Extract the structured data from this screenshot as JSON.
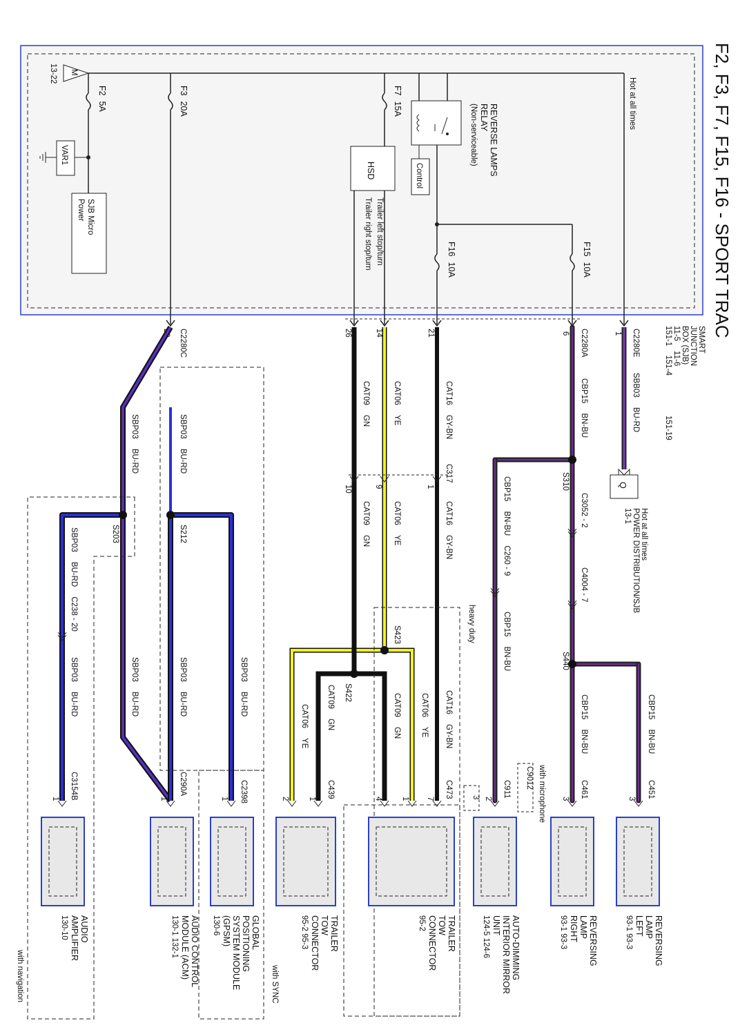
{
  "title": "F2, F3, F7, F15, F16 - SPORT TRAC",
  "sjb": {
    "hot_at_all_times": "Hot at all times",
    "ground_symbol": "M",
    "ground_ref": "13-22",
    "f2": "F2",
    "f2_rating": "5A",
    "f3": "F3",
    "f3_rating": "20A",
    "f7": "F7",
    "f7_rating": "15A",
    "f15": "F15",
    "f15_rating": "10A",
    "f16": "F16",
    "f16_rating": "10A",
    "var1": "VAR1",
    "sjb_micro_power": [
      "SJB Micro",
      "Power"
    ],
    "relay_title": [
      "REVERSE LAMPS",
      "RELAY",
      "(Non-serviceable)"
    ],
    "control": "Control",
    "hsd": "HSD",
    "trailer_left": "Trailer left stop/turn",
    "trailer_right": "Trailer right stop/turn",
    "box_title": [
      "SMART",
      "JUNCTION",
      "BOX (SJB)"
    ],
    "box_refs": [
      "11-5",
      "11-6",
      "151-1",
      "151-4",
      "151-19"
    ]
  },
  "connectors": {
    "c2280e": "C2280E",
    "pin_c2280e": "1",
    "c2280a": "C2280A",
    "pin_c2280a": "6",
    "c2280c": "C2280C",
    "pin_c2280c": "29",
    "pin_21": "21",
    "pin_14": "14",
    "pin_26": "26",
    "c317": "C317",
    "pin_317_1": "1",
    "pin_317_9": "9",
    "pin_317_10": "10",
    "c3052": "C3052 - 2",
    "c4004": "C4004 - 7",
    "c260": "C260 - 9",
    "c238": "C238 - 20"
  },
  "wires": {
    "sbb03": "SBB03",
    "bu_rd": "BU-RD",
    "cbp15": "CBP15",
    "bn_bu": "BN-BU",
    "cat16": "CAT16",
    "gy_bn": "GY-BN",
    "cat06": "CAT06",
    "ye": "YE",
    "cat09": "CAT09",
    "gn": "GN",
    "sbp03": "SBP03",
    "bu_rd2": "BU-RD"
  },
  "splices": {
    "s310": "S310",
    "s440": "S440",
    "s423": "S423",
    "s422": "S422",
    "s212": "S212",
    "s203": "S203",
    "heavy_duty": "heavy duty"
  },
  "power_dist": {
    "symbol": "Q",
    "lines": [
      "Hot at all times",
      "POWER DISTRIBUTION/SJB",
      "13-1"
    ]
  },
  "components": [
    {
      "conn": "C451",
      "pin": "3",
      "name": [
        "REVERSING",
        "LAMP",
        "LEFT",
        "93-1    93-3"
      ]
    },
    {
      "conn": "C461",
      "pin": "3",
      "name": [
        "REVERSING",
        "LAMP",
        "RIGHT",
        "93-1    93-3"
      ]
    },
    {
      "conn": "C911",
      "pin": "2",
      "alt_conn": "C9012",
      "alt_pin": "3",
      "note": "with microphone",
      "name": [
        "AUTO-DIMMING",
        "INTERIOR MIRROR",
        "UNIT",
        "124-5    124-6"
      ]
    },
    {
      "conn": "C473",
      "pins": [
        "7",
        "1",
        "4"
      ],
      "name": [
        "TRAILER",
        "TOW",
        "CONNECTOR",
        "95-2"
      ]
    },
    {
      "conn": "C439",
      "pins": [
        "1",
        "2"
      ],
      "name": [
        "TRAILER",
        "TOW",
        "CONNECTOR",
        "95-2    95-3"
      ]
    },
    {
      "conn": "C2398",
      "pin": "1",
      "name": [
        "GLOBAL",
        "POSITIONING",
        "SYSTEM MODULE",
        "(GPSM)",
        "130-6"
      ]
    },
    {
      "conn": "C290A",
      "pin": "1",
      "name": [
        "AUDIO CONTROL",
        "MODULE (ACM)",
        "130-1    132-1"
      ]
    },
    {
      "conn": "C3154B",
      "pin": "1",
      "name": [
        "AUDIO",
        "AMPLIFIER",
        "130-10"
      ]
    }
  ],
  "notes": {
    "with_sync": "with SYNC",
    "with_navigation": "with navigation"
  }
}
